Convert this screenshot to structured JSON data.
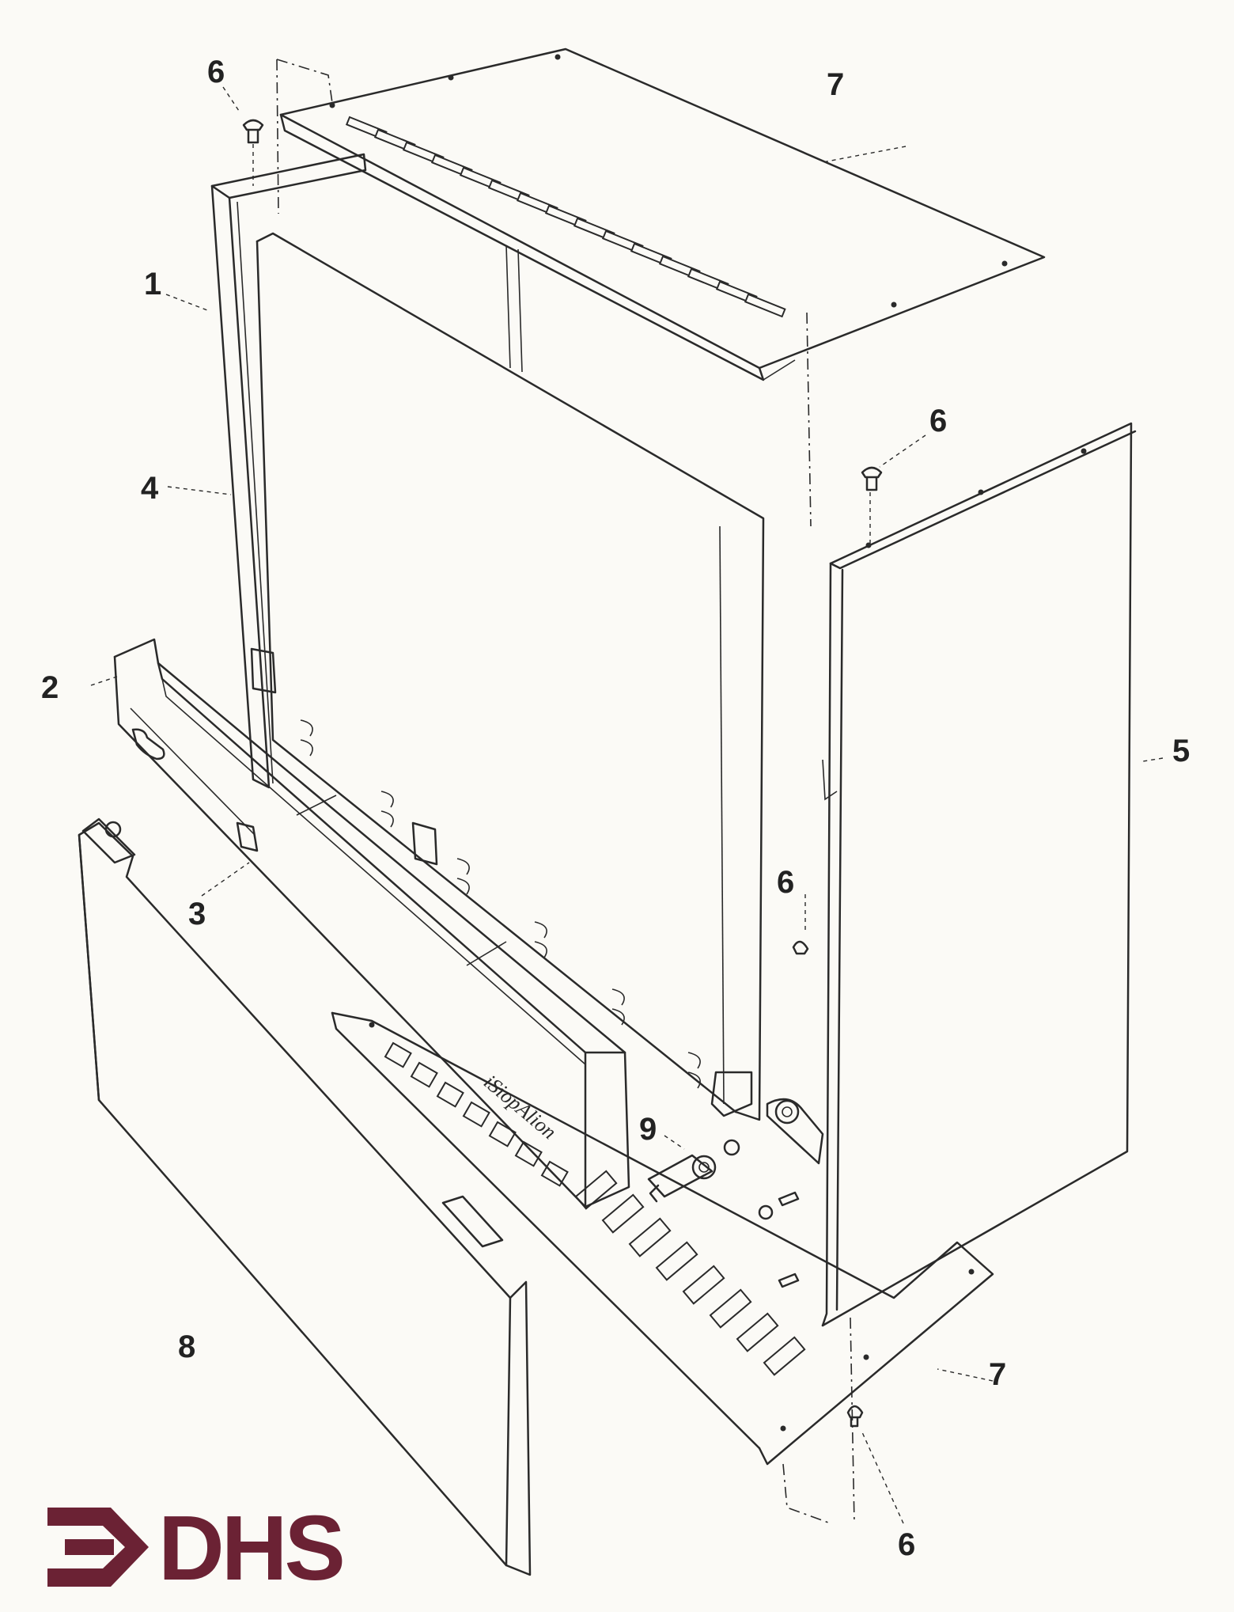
{
  "callouts": {
    "c1": "1",
    "c2": "2",
    "c3": "3",
    "c4": "4",
    "c5": "5",
    "c6a": "6",
    "c6b": "6",
    "c6c": "6",
    "c6d": "6",
    "c7a": "7",
    "c7b": "7",
    "c8": "8",
    "c9": "9"
  },
  "logo": {
    "text": "DHS",
    "color": "#6b2234"
  },
  "colors": {
    "ink": "#2a2a2a",
    "paper": "#fbfaf6"
  }
}
